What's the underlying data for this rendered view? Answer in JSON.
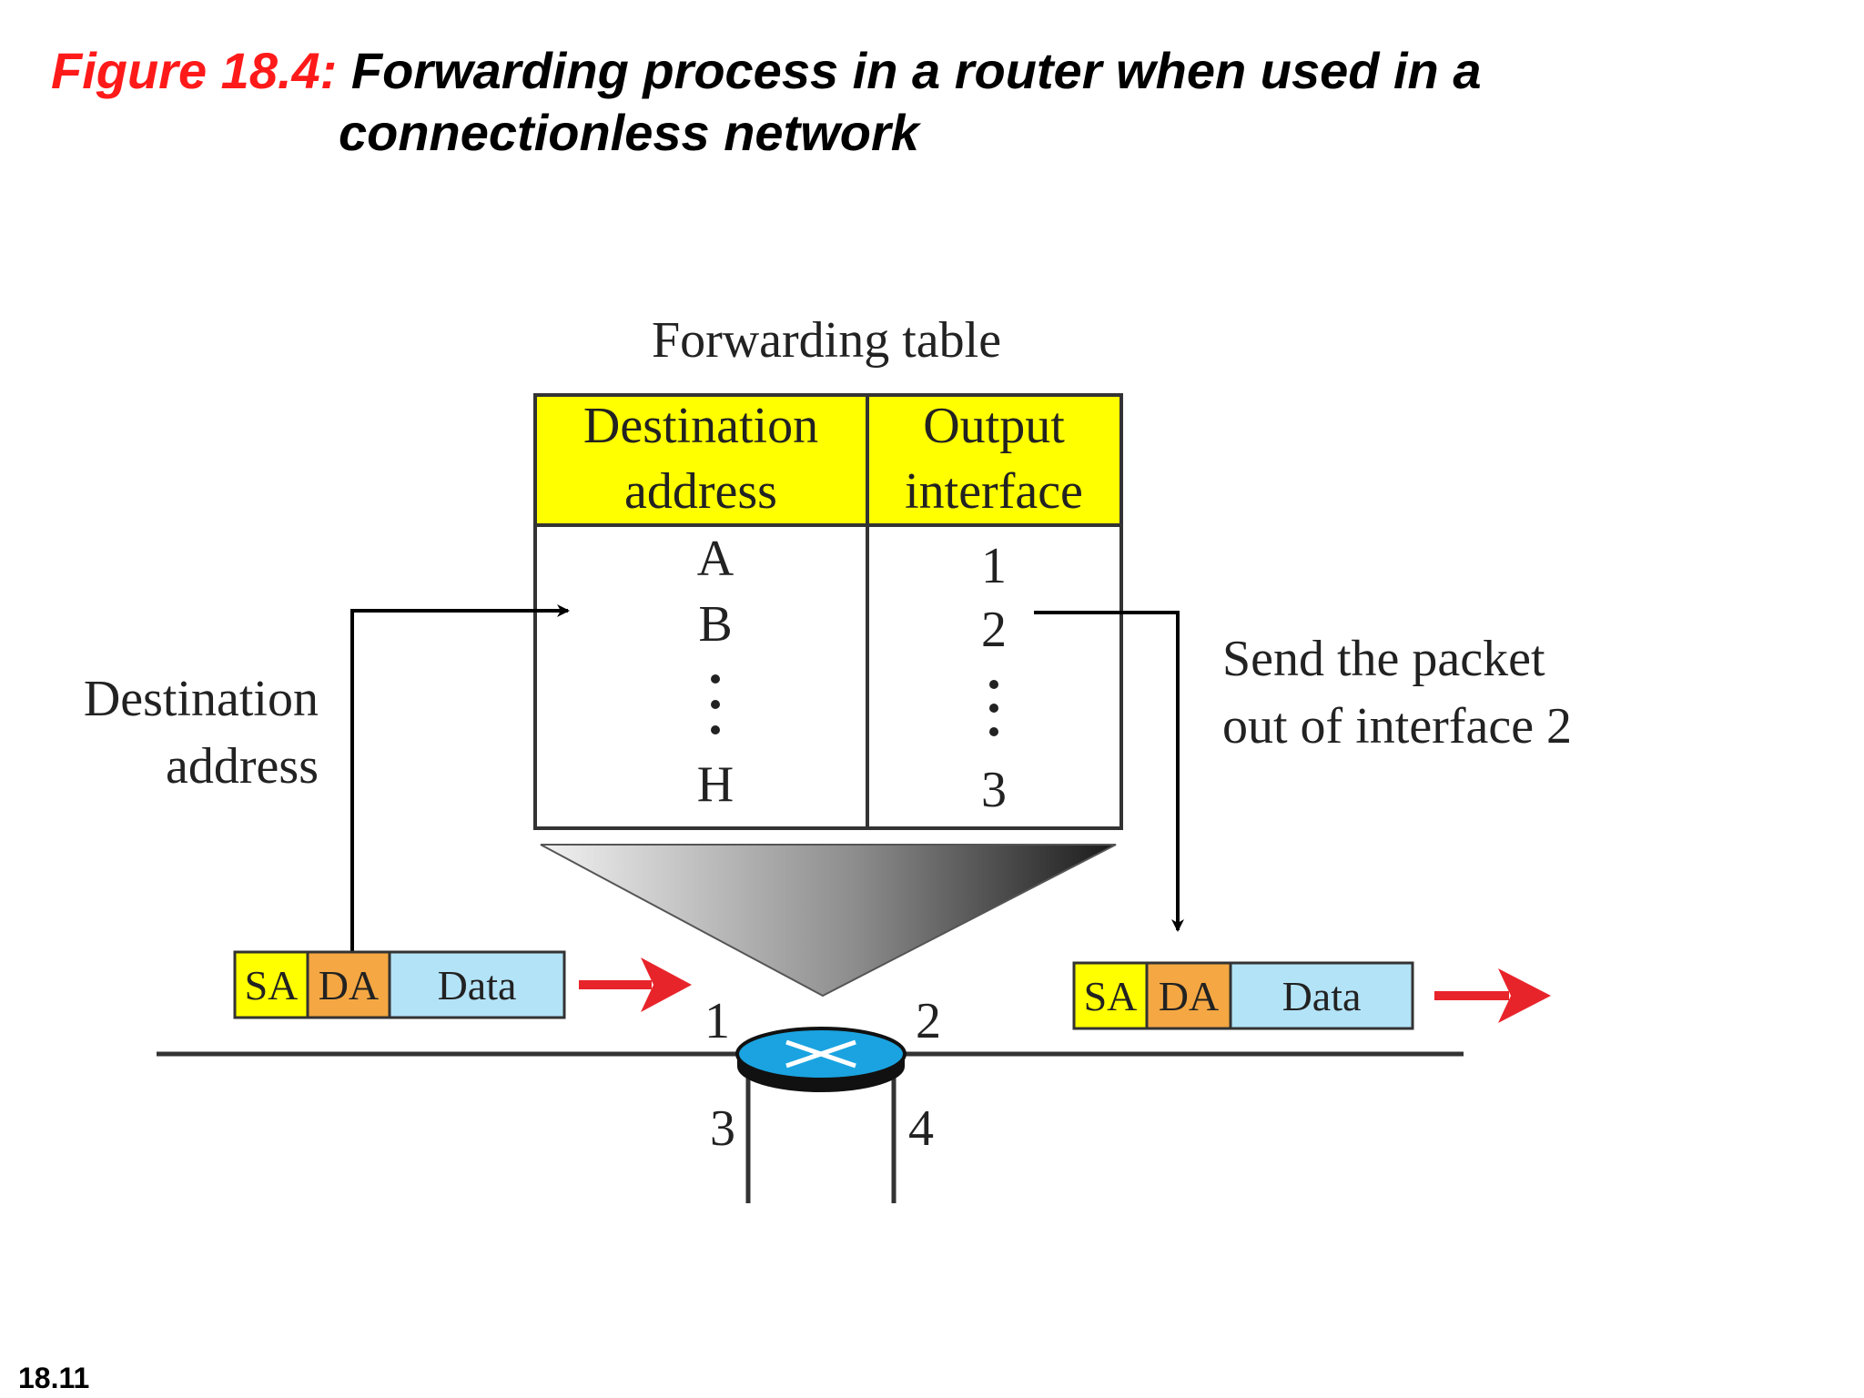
{
  "title": {
    "figure_label": "Figure 18.4:",
    "text_line1": "Forwarding process in a router when used in a",
    "text_line2": "connectionless network"
  },
  "slide_number": "18.11",
  "diagram": {
    "table_caption": "Forwarding table",
    "table": {
      "headers": [
        [
          "Destination",
          "address"
        ],
        [
          "Output",
          "interface"
        ]
      ],
      "rows": [
        [
          "A",
          "1"
        ],
        [
          "B",
          "2"
        ],
        [
          "H",
          "3"
        ]
      ],
      "header_color": "#ffff00"
    },
    "left_label": [
      "Destination",
      "address"
    ],
    "right_label": [
      "Send the packet",
      "out of interface 2"
    ],
    "incoming_packet": {
      "sa": "SA",
      "da": "DA",
      "data": "Data"
    },
    "outgoing_packet": {
      "sa": "SA",
      "da": "DA",
      "data": "Data"
    },
    "router_ports": [
      "1",
      "2",
      "3",
      "4"
    ],
    "colors": {
      "sa": "#ffff00",
      "da": "#f4a742",
      "data": "#b3e3f7",
      "arrow_red": "#e8242b",
      "router_top": "#1aa3e0"
    }
  }
}
